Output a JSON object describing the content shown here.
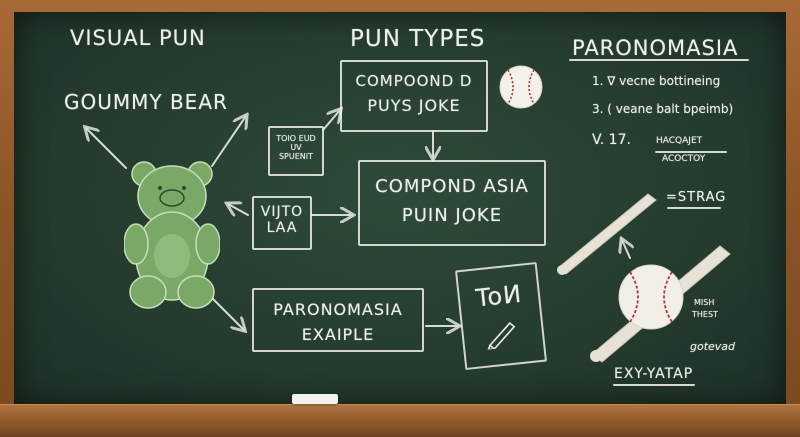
{
  "headings": {
    "visual_pun": "VISUAL PUN",
    "pun_types": "PUN TYPES",
    "paronomasia": "PARONOMASIA",
    "gummy_bear": "GOUMMY BEAR"
  },
  "boxes": {
    "compound_puys_line1": "COMPOOND D",
    "compound_puys_line2": "PUYS JOKE",
    "small_box": [
      "TOIO EUD",
      "UV",
      "SPUENIT"
    ],
    "visto_laa": [
      "VIJTO",
      "LAA"
    ],
    "compond_asia_line1": "COMPOND ASIA",
    "compond_asia_line2": "PUIN JOKE",
    "paronomasia_example_line1": "PARONOMASIA",
    "paronomasia_example_line2": "EXAIPLE",
    "sign_text": "ToИ"
  },
  "list": {
    "item1": "1.  ∇ vecne bottineing",
    "item2": "3.  ( veane balt bpeimb)",
    "item3_prefix": "V.  17.",
    "item3_line1": "HACQAJET",
    "item3_line2": "ACOCTOY"
  },
  "right_labels": {
    "strag": "=STRAG",
    "mish": "MISH",
    "thest": "THEST",
    "gotevad": "gotevad",
    "exy_yatap": "EXY-YATAP"
  },
  "colors": {
    "slate": "#243b2e",
    "chalk": "#eef0ea",
    "frame": "#8a5426",
    "gummy": "#7fae6a",
    "stitch": "#b8322f"
  }
}
